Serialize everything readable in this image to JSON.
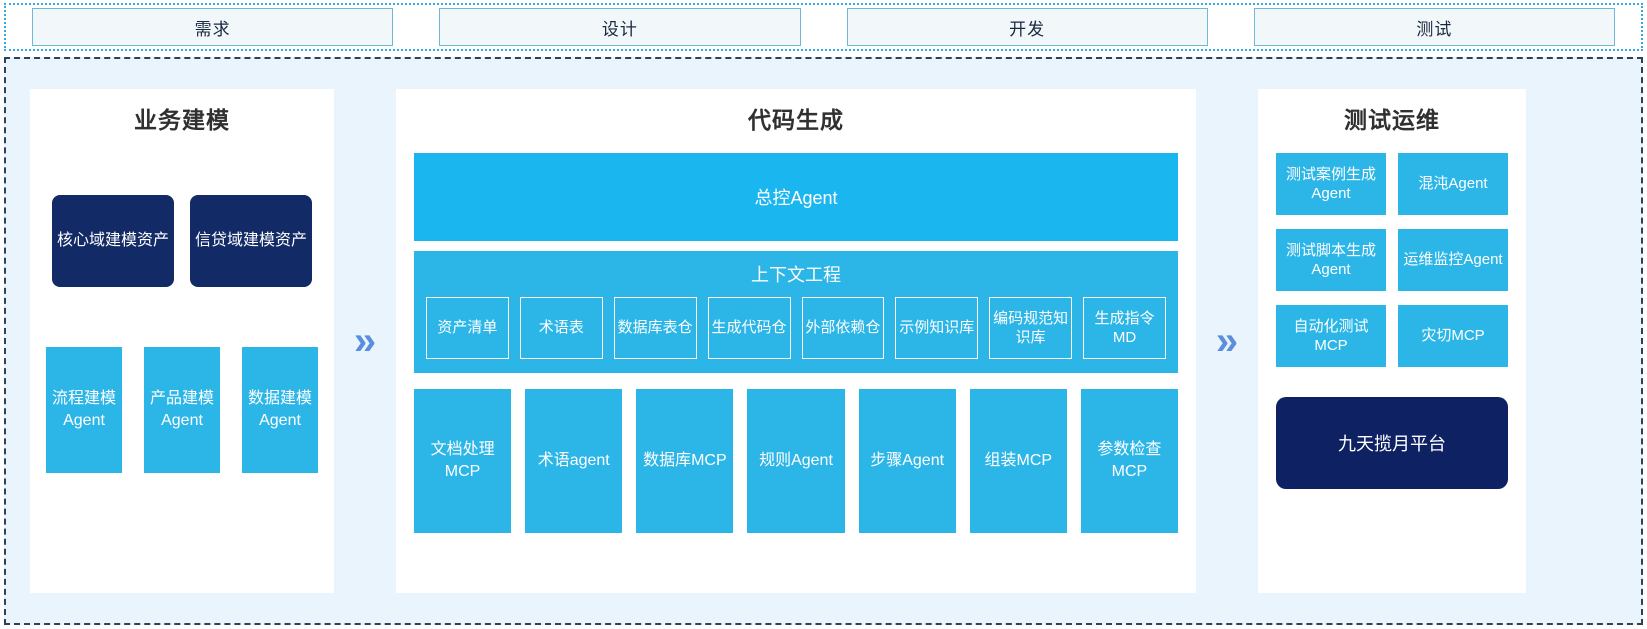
{
  "phases": [
    {
      "label": "需求"
    },
    {
      "label": "设计"
    },
    {
      "label": "开发"
    },
    {
      "label": "测试"
    }
  ],
  "arrows": {
    "glyph": "»"
  },
  "business_modeling": {
    "title": "业务建模",
    "assets": [
      {
        "label": "核心域建模资产"
      },
      {
        "label": "信贷域建模资产"
      }
    ],
    "agents": [
      {
        "label": "流程建模Agent"
      },
      {
        "label": "产品建模Agent"
      },
      {
        "label": "数据建模Agent"
      }
    ]
  },
  "code_generation": {
    "title": "代码生成",
    "control_agent": "总控Agent",
    "context_engineering": {
      "title": "上下文工程",
      "items": [
        {
          "label": "资产清单"
        },
        {
          "label": "术语表"
        },
        {
          "label": "数据库表仓"
        },
        {
          "label": "生成代码仓"
        },
        {
          "label": "外部依赖仓"
        },
        {
          "label": "示例知识库"
        },
        {
          "label": "编码规范知识库"
        },
        {
          "label": "生成指令MD"
        }
      ]
    },
    "tools": [
      {
        "label": "文档处理MCP"
      },
      {
        "label": "术语agent"
      },
      {
        "label": "数据库MCP"
      },
      {
        "label": "规则Agent"
      },
      {
        "label": "步骤Agent"
      },
      {
        "label": "组装MCP"
      },
      {
        "label": "参数检查MCP"
      }
    ]
  },
  "test_ops": {
    "title": "测试运维",
    "items": [
      {
        "label": "测试案例生成Agent"
      },
      {
        "label": "混沌Agent"
      },
      {
        "label": "测试脚本生成Agent"
      },
      {
        "label": "运维监控Agent"
      },
      {
        "label": "自动化测试MCP"
      },
      {
        "label": "灾切MCP"
      }
    ],
    "platform": "九天揽月平台"
  },
  "colors": {
    "accent_blue": "#2cb6e8",
    "control_blue": "#1ab6ef",
    "navy": "#122a66",
    "platform_navy": "#0e2163",
    "frame_bg": "#e9f4fc",
    "arrow": "#5b8ede"
  }
}
